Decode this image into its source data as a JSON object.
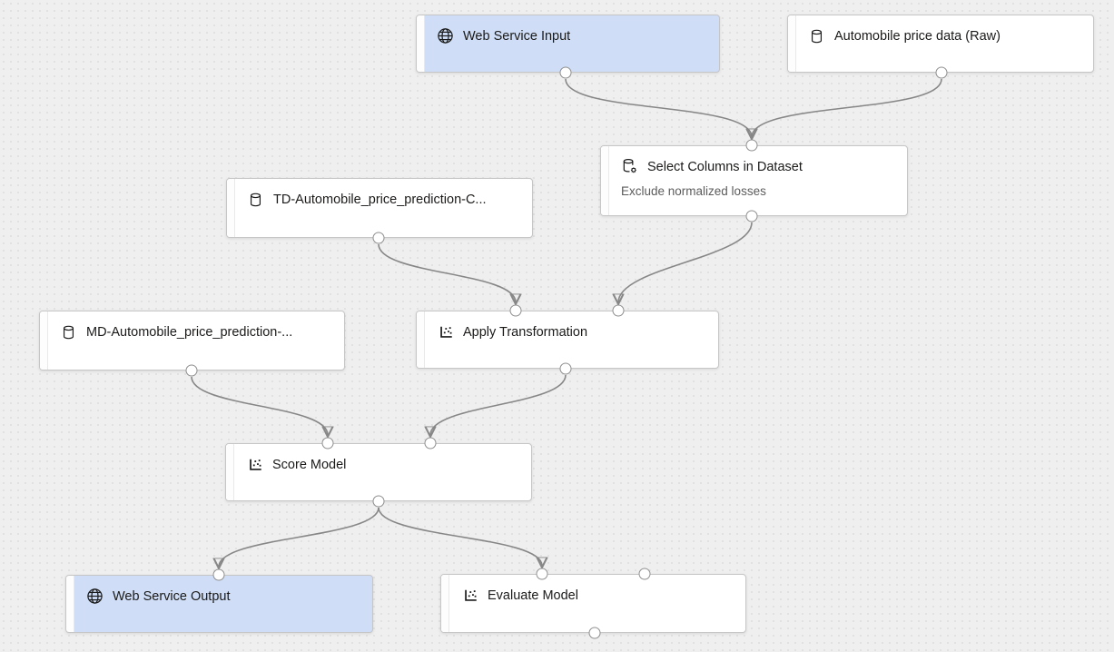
{
  "app": {
    "name": "ml-pipeline-designer-canvas"
  },
  "colors": {
    "canvas_background": "#efefef",
    "grid_dot": "#dfdfdf",
    "edge": "#878787",
    "web_service_node_fill": "#cfdef6",
    "module_node_fill": "#ffffff",
    "node_border": "#c6c6c6",
    "port_border": "#8f8f8f",
    "title_text": "#1b1a19",
    "subtitle_text": "#5c5c5c"
  },
  "nodes": [
    {
      "title": "Web Service Input",
      "icon": "globe-icon",
      "kind": "web-service-input"
    },
    {
      "title": "Automobile price data (Raw)",
      "icon": "dataset-icon",
      "kind": "dataset"
    },
    {
      "title": "Select Columns in Dataset",
      "subtitle": "Exclude normalized losses",
      "icon": "select-columns-icon",
      "kind": "module"
    },
    {
      "title": "TD-Automobile_price_prediction-C...",
      "icon": "dataset-icon",
      "kind": "dataset"
    },
    {
      "title": "MD-Automobile_price_prediction-...",
      "icon": "dataset-icon",
      "kind": "dataset"
    },
    {
      "title": "Apply Transformation",
      "icon": "scatter-icon",
      "kind": "module"
    },
    {
      "title": "Score Model",
      "icon": "scatter-icon",
      "kind": "module"
    },
    {
      "title": "Web Service Output",
      "icon": "globe-icon",
      "kind": "web-service-output"
    },
    {
      "title": "Evaluate Model",
      "icon": "scatter-icon",
      "kind": "module"
    }
  ],
  "edges": [
    {
      "from": "Web Service Input",
      "to": "Select Columns in Dataset"
    },
    {
      "from": "Automobile price data (Raw)",
      "to": "Select Columns in Dataset"
    },
    {
      "from": "TD-Automobile_price_prediction-C...",
      "to": "Apply Transformation"
    },
    {
      "from": "Select Columns in Dataset",
      "to": "Apply Transformation"
    },
    {
      "from": "MD-Automobile_price_prediction-...",
      "to": "Score Model"
    },
    {
      "from": "Apply Transformation",
      "to": "Score Model"
    },
    {
      "from": "Score Model",
      "to": "Web Service Output"
    },
    {
      "from": "Score Model",
      "to": "Evaluate Model"
    }
  ]
}
